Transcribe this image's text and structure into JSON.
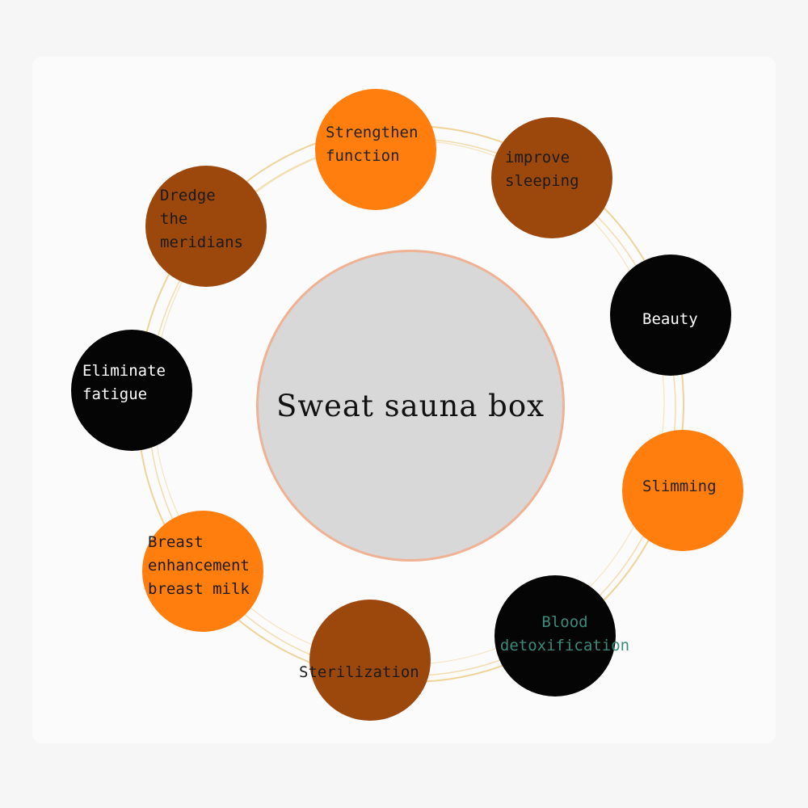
{
  "center": {
    "title": "Sweat sauna box"
  },
  "colors": {
    "orange": "#ff7e0d",
    "brown": "#9c480d",
    "black": "#050505",
    "ring": "#efd39a",
    "center_fill": "#d8d8d8",
    "center_border": "#f0b294",
    "teal_text": "#3c8a7a"
  },
  "nodes": [
    {
      "id": "strengthen-function",
      "text": "Strengthen\nfunction",
      "fill": "orange",
      "text_color": "#222222"
    },
    {
      "id": "improve-sleeping",
      "text": "improve\nsleeping",
      "fill": "brown",
      "text_color": "#1a1a1a"
    },
    {
      "id": "beauty",
      "text": "Beauty",
      "fill": "black",
      "text_color": "#ffffff"
    },
    {
      "id": "slimming",
      "text": "Slimming",
      "fill": "orange",
      "text_color": "#222222"
    },
    {
      "id": "blood-detoxification",
      "text": "Blood\ndetoxification",
      "fill": "black",
      "text_color": "#3c8a7a"
    },
    {
      "id": "sterilization",
      "text": "Sterilization",
      "fill": "brown",
      "text_color": "#1a1a1a"
    },
    {
      "id": "breast-enhancement",
      "text": "Breast\nenhancement\nbreast milk",
      "fill": "orange",
      "text_color": "#1a1a1a"
    },
    {
      "id": "eliminate-fatigue",
      "text": "Eliminate\nfatigue",
      "fill": "black",
      "text_color": "#ffffff"
    },
    {
      "id": "dredge-meridians",
      "text": "Dredge\nthe\nmeridians",
      "fill": "brown",
      "text_color": "#1a1a1a"
    }
  ]
}
